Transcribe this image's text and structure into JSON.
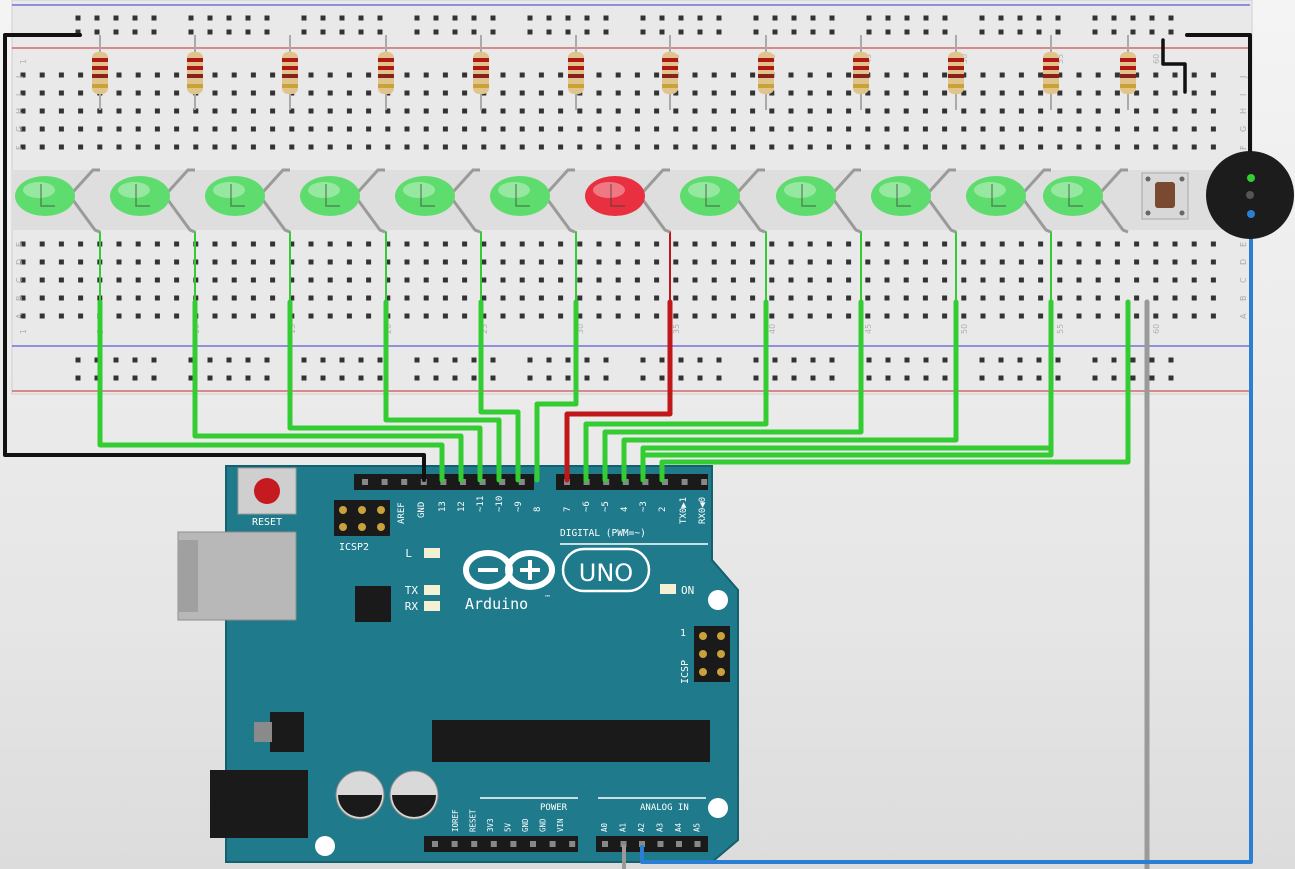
{
  "breadboard": {
    "top_row_letters": [
      "J",
      "I",
      "H",
      "G",
      "F"
    ],
    "bottom_row_letters": [
      "E",
      "D",
      "C",
      "B",
      "A"
    ],
    "column_numbers": [
      "1",
      "5",
      "10",
      "15",
      "20",
      "25",
      "30",
      "35",
      "40",
      "45",
      "50",
      "55",
      "60"
    ]
  },
  "circuit": {
    "led_colors": [
      "green",
      "green",
      "green",
      "green",
      "green",
      "green",
      "red",
      "green",
      "green",
      "green",
      "green",
      "green"
    ],
    "led_pins": [
      "13",
      "12",
      "11",
      "10",
      "9",
      "8",
      "7",
      "6",
      "5",
      "4",
      "3",
      "2"
    ],
    "button_pin": "A1",
    "buzzer_pin": "A2"
  },
  "colors": {
    "wire_green": "#33cc33",
    "wire_red": "#c0181a",
    "wire_black": "#111111",
    "wire_blue": "#2a7fd4",
    "wire_gray": "#9a9a9a",
    "led_green": "#5fdc6e",
    "led_red": "#e83040",
    "board_teal": "#1f7a8c"
  },
  "arduino": {
    "reset_label": "RESET",
    "icsp2_label": "ICSP2",
    "icsp_label": "ICSP",
    "aref_label": "AREF",
    "gnd_label": "GND",
    "digital_pin_labels": [
      "13",
      "12",
      "~11",
      "~10",
      "~9",
      "8",
      "7",
      "~6",
      "~5",
      "4",
      "~3",
      "2",
      "TX0▶1",
      "RX0◀0"
    ],
    "digital_label": "DIGITAL (PWM=~)",
    "l_label": "L",
    "tx_label": "TX",
    "rx_label": "RX",
    "on_label": "ON",
    "brand": "Arduino",
    "tm": "™",
    "model": "UNO",
    "icsp_pin1": "1",
    "power_label": "POWER",
    "power_pins": [
      "IOREF",
      "RESET",
      "3V3",
      "5V",
      "GND",
      "GND",
      "VIN"
    ],
    "analog_label": "ANALOG IN",
    "analog_pins": [
      "A0",
      "A1",
      "A2",
      "A3",
      "A4",
      "A5"
    ]
  }
}
